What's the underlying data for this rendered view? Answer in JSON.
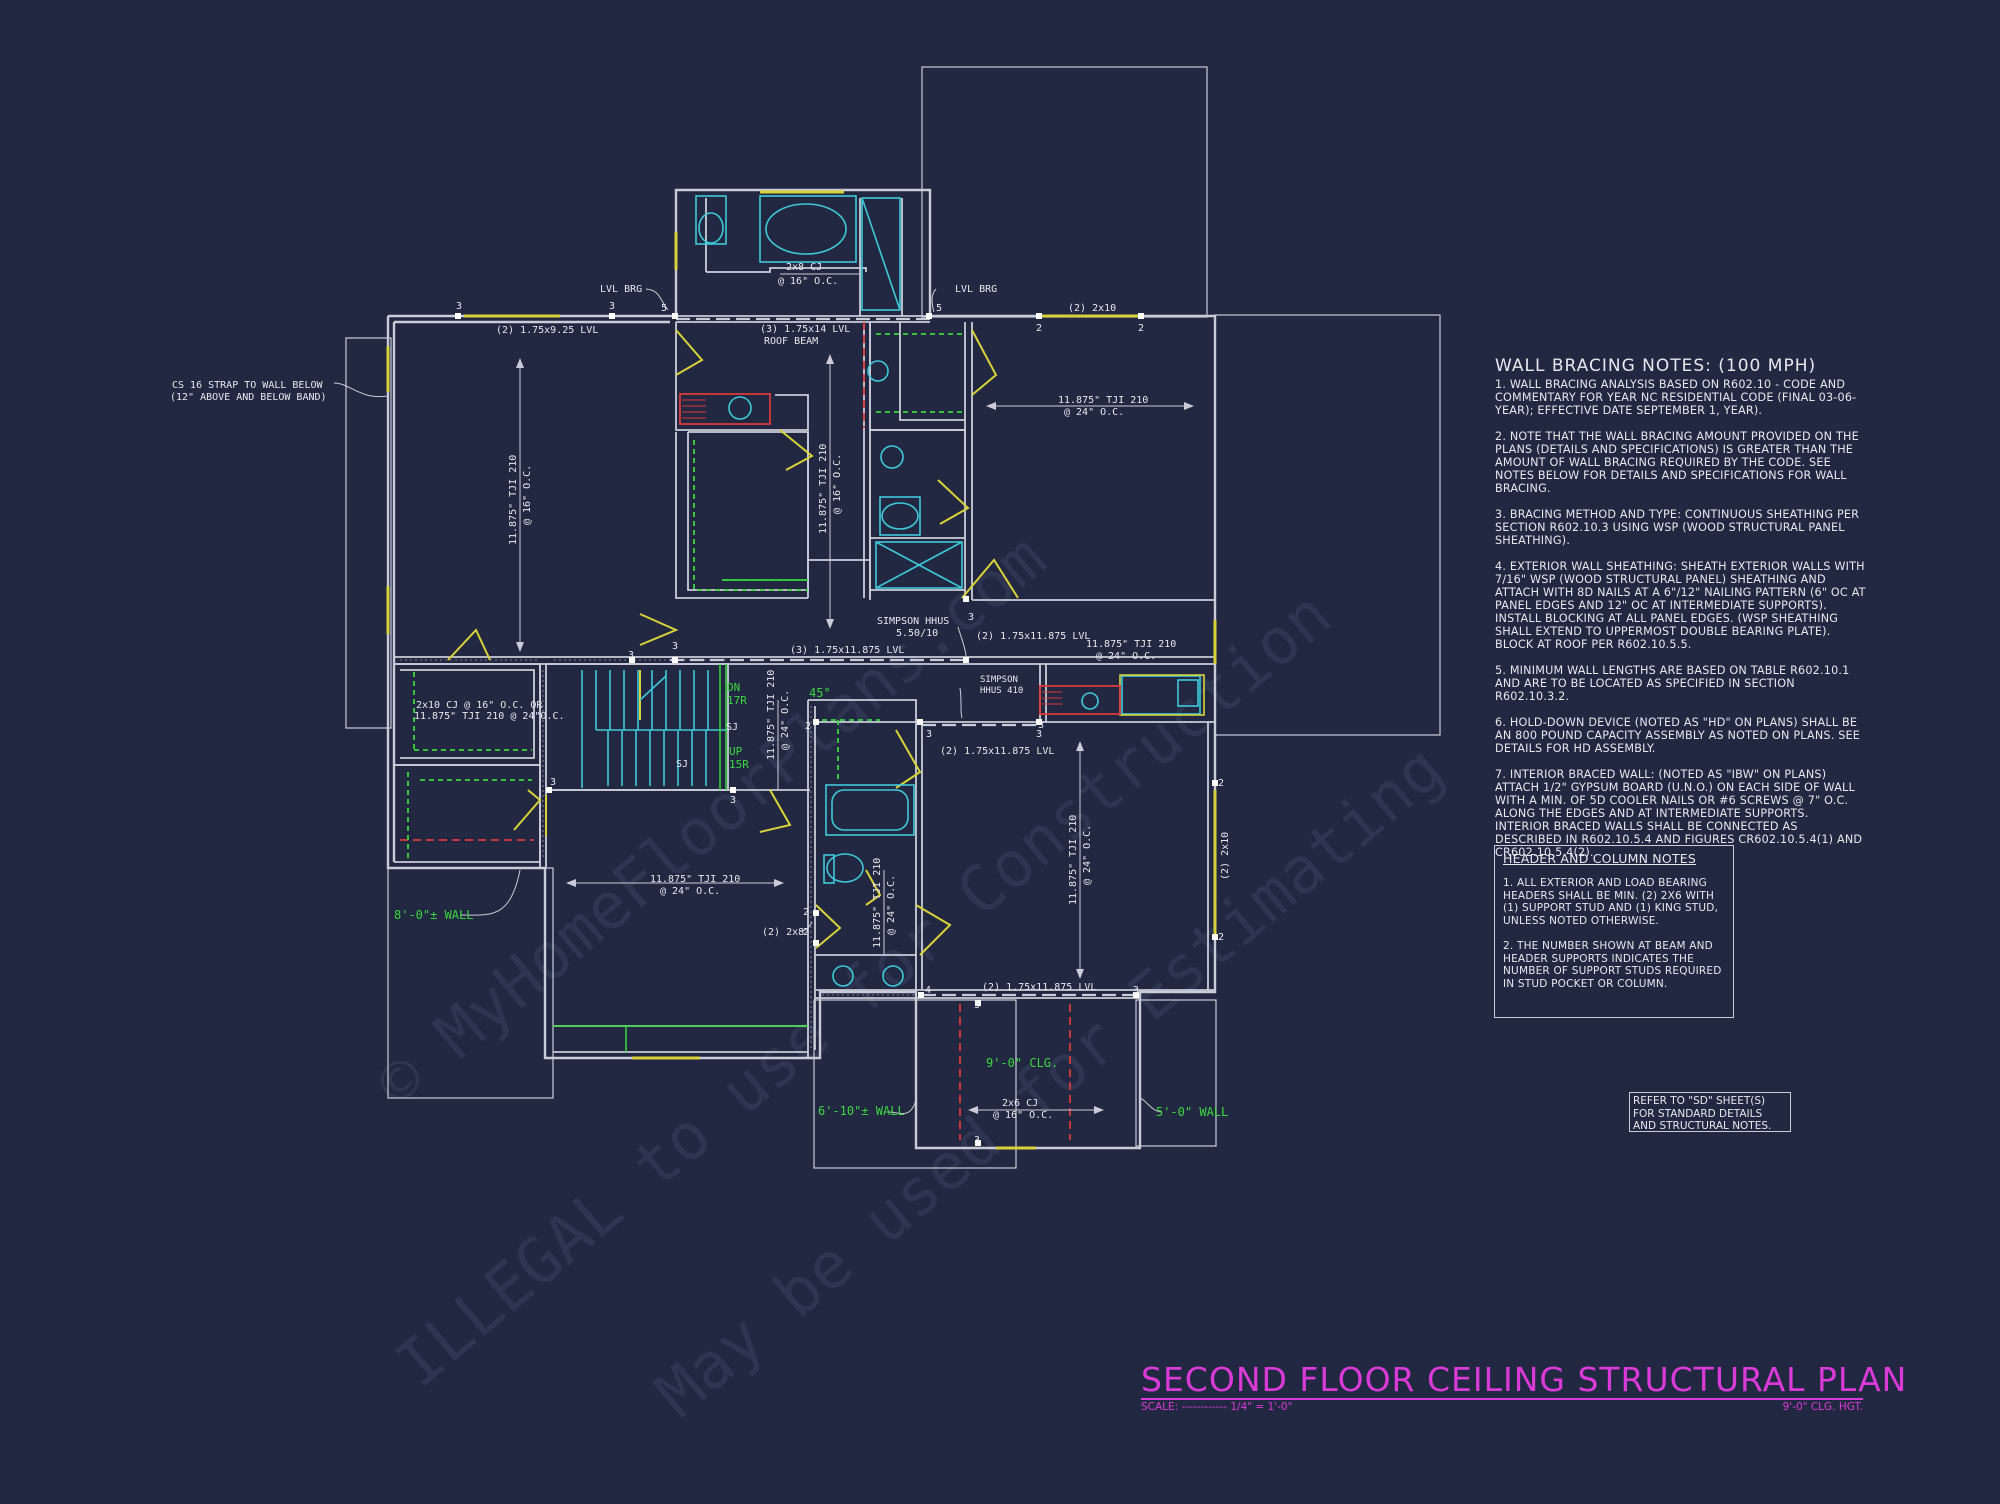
{
  "title": "SECOND FLOOR CEILING STRUCTURAL PLAN",
  "scale": {
    "label": "SCALE:",
    "dashes": "------------",
    "value": "1/4\" = 1'-0\""
  },
  "ceiling_height_note": "9'-0\" CLG. HGT.",
  "watermark": [
    "© MyHomeFloorPlans.com",
    "ILLEGAL to use for Construction",
    "May be used for Estimating"
  ],
  "colors": {
    "background": "#222841",
    "walls": "#c9ccd8",
    "windows": "#d8d23a",
    "fixtures": "#3ec9d8",
    "green_labels": "#3ad83e",
    "red_dashed": "#d83a3a",
    "title": "#d93ad8"
  },
  "plan_labels": {
    "lvl_brg_left": "LVL BRG",
    "lvl_brg_right": "LVL BRG",
    "cj_top": "2x8 CJ",
    "cj_top_sp": "@ 16\" O.C.",
    "lvl_175x925": "(2) 1.75x9.25 LVL",
    "roof_beam_1": "(3) 1.75x14 LVL",
    "roof_beam_2": "ROOF BEAM",
    "two_2x10_top": "(2) 2x10",
    "cs16_1": "CS 16 STRAP TO WALL BELOW",
    "cs16_2": "(12\" ABOVE AND BELOW BAND)",
    "tji_left": "11.875\" TJI 210",
    "tji_left_sp": "@ 16\" O.C.",
    "tji_right_top": "11.875\" TJI 210",
    "tji_right_top_sp": "@ 24\" O.C.",
    "tji_center": "11.875\" TJI 210",
    "tji_center_sp": "@ 16\" O.C.",
    "hhus_1": "SIMPSON HHUS",
    "hhus_1b": "5.50/10",
    "lvl_175x11875_a": "(2) 1.75x11.875 LVL",
    "lvl_175x11875_3": "(3) 1.75x11.875 LVL",
    "tji_mid_right": "11.875\" TJI 210",
    "tji_mid_right_sp": "@ 24\" O.C.",
    "hhus_2": "SIMPSON",
    "hhus_2b": "HHUS 410",
    "lvl_175x11875_b": "(2) 1.75x11.875 LVL",
    "cj_or_1": "2x10 CJ @ 16\" O.C. OR",
    "cj_or_2": "11.875\" TJI 210 @ 24\"O.C.",
    "stair_dn": "DN",
    "stair_dn_r": "17R",
    "stair_up": "UP",
    "stair_up_r": "15R",
    "stair_sj1": "SJ",
    "stair_sj2": "SJ",
    "angle_45": "45°",
    "tji_stair": "11.875\" TJI 210",
    "tji_stair_sp": "@ 24\" O.C.",
    "tji_bottom_left": "11.875\" TJI 210",
    "tji_bottom_left_sp": "@ 24\" O.C.",
    "tji_bath": "11.875\" TJI 210",
    "tji_bath_sp": "@ 24\" O.C.",
    "two_2x8": "(2) 2x8",
    "tji_bottom_right": "11.875\" TJI 210",
    "tji_bottom_right_sp": "@ 24\" O.C.",
    "two_2x10_right": "(2) 2x10",
    "lvl_bottom": "(2) 1.75x11.875 LVL",
    "wall_8ft": "8'-0\"± WALL",
    "clg_9ft": "9'-0\" CLG.",
    "cj_bottom": "2x6 CJ",
    "cj_bottom_sp": "@ 16\" O.C.",
    "wall_6ft": "6'-10\"± WALL",
    "wall_5ft": "5'-0\" WALL",
    "studs": [
      "3",
      "3",
      "5",
      "5",
      "2",
      "2",
      "3",
      "3",
      "3",
      "3",
      "2",
      "3",
      "3",
      "3",
      "2",
      "2",
      "2",
      "2",
      "4",
      "3",
      "3",
      "3",
      "3"
    ]
  },
  "wall_bracing": {
    "title": "WALL BRACING NOTES: (100 MPH)",
    "items": [
      "1. WALL BRACING ANALYSIS BASED ON R602.10 - CODE AND COMMENTARY FOR YEAR NC RESIDENTIAL CODE (FINAL 03-06-YEAR); EFFECTIVE DATE SEPTEMBER 1, YEAR).",
      "2. NOTE THAT THE WALL BRACING AMOUNT PROVIDED ON THE PLANS (DETAILS AND SPECIFICATIONS) IS GREATER THAN THE AMOUNT OF WALL BRACING REQUIRED BY THE CODE. SEE NOTES BELOW FOR DETAILS AND SPECIFICATIONS FOR WALL BRACING.",
      "3. BRACING METHOD AND TYPE: CONTINUOUS SHEATHING PER SECTION R602.10.3 USING WSP (WOOD STRUCTURAL PANEL SHEATHING).",
      "4. EXTERIOR WALL SHEATHING: SHEATH EXTERIOR WALLS WITH 7/16\" WSP (WOOD STRUCTURAL PANEL) SHEATHING AND ATTACH WITH 8d NAILS AT A 6\"/12\" NAILING PATTERN (6\" OC AT PANEL EDGES AND 12\" OC AT INTERMEDIATE SUPPORTS). INSTALL BLOCKING AT ALL PANEL EDGES. (WSP SHEATHING SHALL EXTEND TO UPPERMOST DOUBLE BEARING PLATE). BLOCK AT ROOF PER R602.10.5.5.",
      "5. MINIMUM WALL LENGTHS ARE BASED ON TABLE R602.10.1 AND ARE TO BE LOCATED AS SPECIFIED IN SECTION R602.10.3.2.",
      "6. HOLD-DOWN DEVICE (NOTED AS \"HD\" ON PLANS) SHALL BE AN 800 POUND CAPACITY ASSEMBLY AS NOTED ON PLANS. SEE DETAILS FOR HD ASSEMBLY.",
      "7. INTERIOR BRACED WALL: (NOTED AS \"IBW\" ON PLANS) ATTACH 1/2\" GYPSUM BOARD (U.N.O.) ON EACH SIDE OF WALL WITH A MIN. OF 5d COOLER NAILS OR #6 SCREWS @ 7\" O.C. ALONG THE EDGES AND AT INTERMEDIATE SUPPORTS. INTERIOR BRACED WALLS SHALL BE CONNECTED AS DESCRIBED IN R602.10.5.4 AND FIGURES CR602.10.5.4(1) AND CR602.10.5.4(2)."
    ]
  },
  "header_notes": {
    "title": "HEADER AND COLUMN NOTES",
    "items": [
      "1. ALL EXTERIOR AND LOAD BEARING HEADERS SHALL BE MIN. (2) 2x6 WITH (1) SUPPORT STUD AND (1) KING STUD, UNLESS NOTED OTHERWISE.",
      "2. THE NUMBER SHOWN AT BEAM AND HEADER SUPPORTS INDICATES THE NUMBER OF SUPPORT STUDS REQUIRED IN STUD POCKET OR COLUMN."
    ]
  },
  "refer_note": "REFER TO \"SD\" SHEET(S) FOR STANDARD DETAILS AND STRUCTURAL NOTES."
}
